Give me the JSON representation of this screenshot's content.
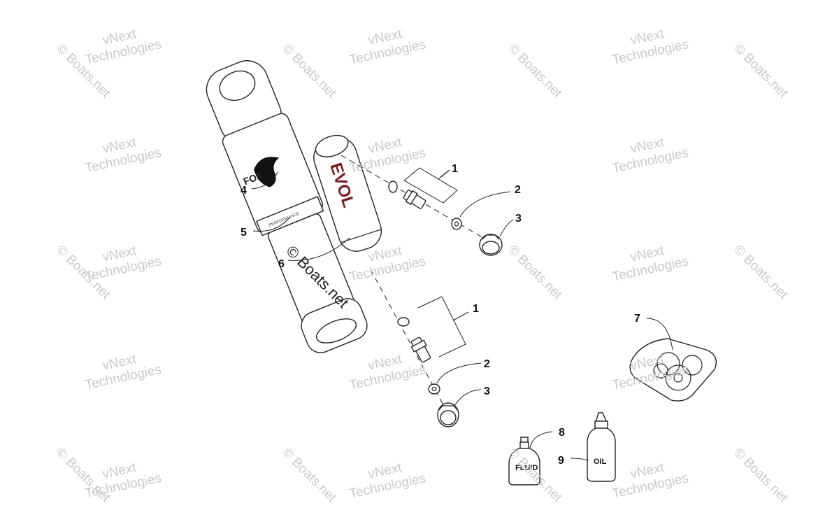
{
  "watermarks": {
    "company_line1": "vNext",
    "company_line2": "Technologies",
    "site": "© Boats.net"
  },
  "shock": {
    "brand_text": "FOX",
    "reservoir_text": "EVOL",
    "band_text": "PERFORMANCE"
  },
  "callouts": {
    "c1_top": "1",
    "c2_top": "2",
    "c3_top": "3",
    "c4": "4",
    "c5": "5",
    "c6": "6",
    "c1_bottom": "1",
    "c2_bottom": "2",
    "c3_bottom": "3",
    "c7": "7",
    "c8": "8",
    "c9": "9"
  },
  "bottles": {
    "fluid_label": "FLUID",
    "oil_label": "OIL"
  }
}
